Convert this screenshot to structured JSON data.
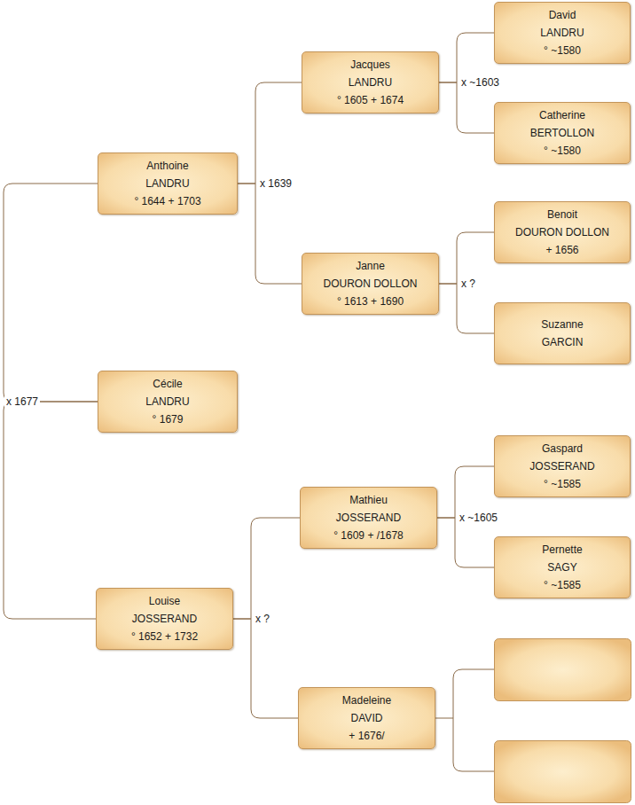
{
  "diagram": {
    "nodes": [
      {
        "text": [
          "Anthoine",
          "LANDRU",
          "° 1644 + 1703"
        ]
      },
      {
        "text": [
          "Jacques",
          "LANDRU",
          "° 1605 + 1674"
        ]
      },
      {
        "text": [
          "David",
          "LANDRU",
          "° ~1580"
        ]
      },
      {
        "text": [
          "Catherine",
          "BERTOLLON",
          "° ~1580"
        ]
      },
      {
        "text": [
          "Janne",
          "DOURON DOLLON",
          "° 1613 + 1690"
        ]
      },
      {
        "text": [
          "Benoit",
          "DOURON DOLLON",
          "+ 1656"
        ]
      },
      {
        "text": [
          "Suzanne",
          "GARCIN"
        ]
      },
      {
        "text": [
          "Cécile",
          "LANDRU",
          "° 1679"
        ]
      },
      {
        "text": [
          "Louise",
          "JOSSERAND",
          "° 1652 + 1732"
        ]
      },
      {
        "text": [
          "Mathieu",
          "JOSSERAND",
          "° 1609 + /1678"
        ]
      },
      {
        "text": [
          "Gaspard",
          "JOSSERAND",
          "° ~1585"
        ]
      },
      {
        "text": [
          "Pernette",
          "SAGY",
          "° ~1585"
        ]
      },
      {
        "text": [
          "Madeleine",
          "DAVID",
          "+ 1676/"
        ]
      }
    ],
    "edges": [
      {
        "from": 0,
        "to": 1,
        "arrow": "none",
        "label": "x 1639"
      },
      {
        "from": 0,
        "to": 4,
        "arrow": "none"
      },
      {
        "from": 1,
        "to": 2,
        "arrow": "none",
        "label": "x ~1603"
      },
      {
        "from": 1,
        "to": 3,
        "arrow": "none"
      },
      {
        "from": 4,
        "to": 5,
        "arrow": "none",
        "label": "x ?"
      },
      {
        "from": 4,
        "to": 6,
        "arrow": "none"
      },
      {
        "from": 7,
        "to": 0,
        "arrow": "none",
        "label": "x 1677"
      },
      {
        "from": 7,
        "to": 8,
        "arrow": "none"
      },
      {
        "from": 8,
        "to": 9,
        "arrow": "none",
        "label": "x ?"
      },
      {
        "from": 8,
        "to": 12,
        "arrow": "none"
      },
      {
        "from": 9,
        "to": 10,
        "arrow": "none",
        "label": "x ~1605"
      },
      {
        "from": 9,
        "to": 11,
        "arrow": "none"
      }
    ]
  }
}
